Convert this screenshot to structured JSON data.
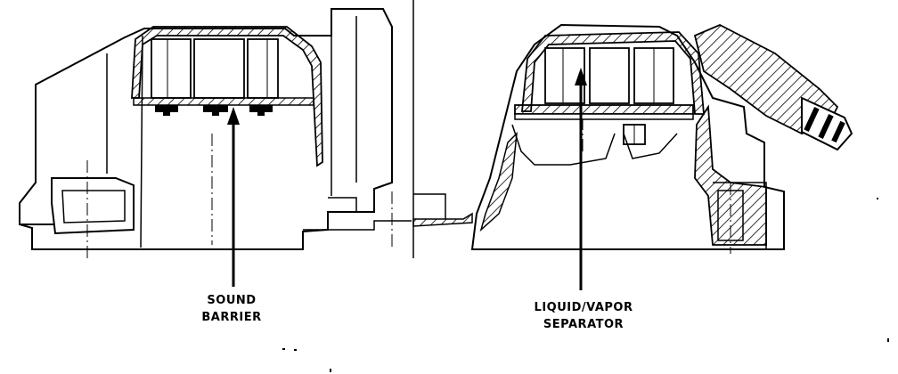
{
  "labels": {
    "sound_barrier": {
      "line1": "SOUND",
      "line2": "BARRIER"
    },
    "liquid_vapor_separator": {
      "line1": "LIQUID/VAPOR",
      "line2": "SEPARATOR"
    }
  },
  "colors": {
    "ink": "#000000",
    "paper": "#ffffff"
  }
}
